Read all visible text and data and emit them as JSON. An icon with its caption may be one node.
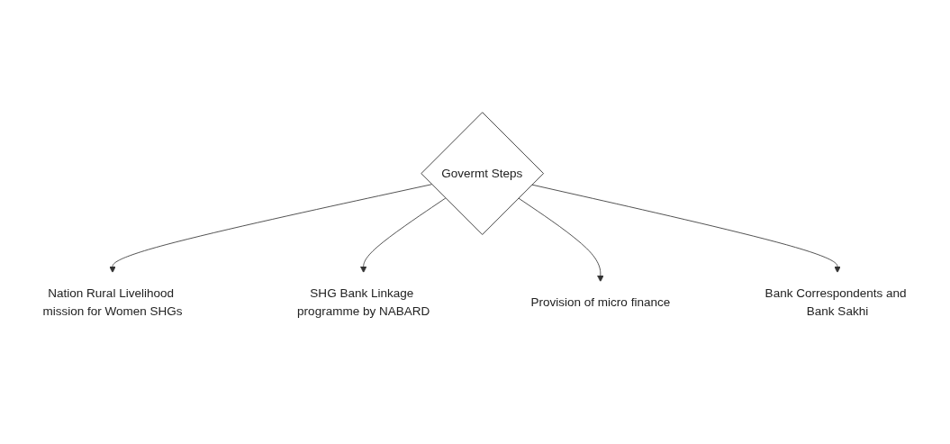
{
  "diagram": {
    "nodes": [
      {
        "text": [
          "Nation Rural Livelihood mission for Women SHGs"
        ]
      },
      {
        "text": [
          "SHG Bank Linkage programme by NABARD"
        ]
      },
      {
        "text": [
          "Govermt Steps"
        ]
      },
      {
        "text": [
          "Provision of micro finance"
        ]
      },
      {
        "text": [
          "Bank Correspondents and Bank Sakhi"
        ]
      }
    ],
    "edges": [
      {
        "from": 2,
        "to": 0,
        "arrow": "to"
      },
      {
        "from": 2,
        "to": 1,
        "arrow": "to"
      },
      {
        "from": 2,
        "to": 3,
        "arrow": "to"
      },
      {
        "from": 2,
        "to": 4,
        "arrow": "to"
      }
    ]
  }
}
